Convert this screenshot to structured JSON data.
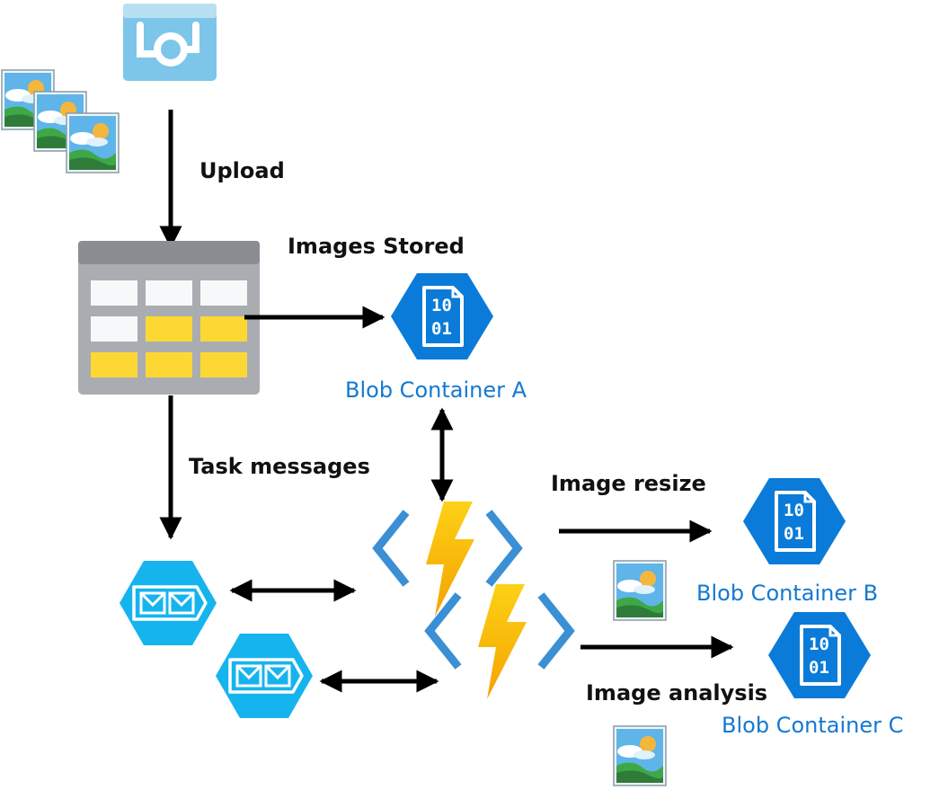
{
  "labels": {
    "upload": "Upload",
    "images_stored": "Images Stored",
    "task_messages": "Task messages",
    "image_resize": "Image resize",
    "image_analysis": "Image analysis"
  },
  "containers": {
    "a": "Blob Container A",
    "b": "Blob Container B",
    "c": "Blob Container C"
  },
  "blob_icon_bits": {
    "top": "10",
    "bottom": "01"
  },
  "colors": {
    "blob_blue": "#0a7bd8",
    "label_blue": "#1479d1",
    "queue_cyan": "#16b4ee",
    "lightning_yellow": "#fcd116",
    "bracket_blue": "#3b8fd4",
    "table_yellow": "#fdd835"
  }
}
